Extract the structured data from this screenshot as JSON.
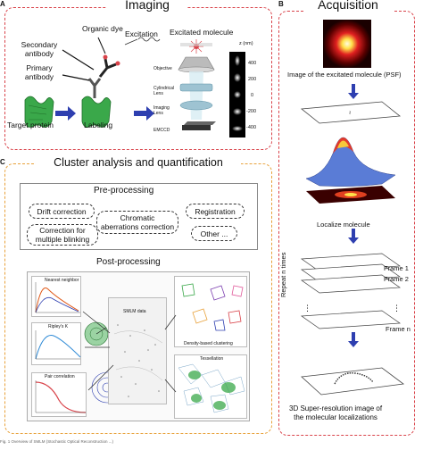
{
  "panel_a": {
    "letter": "A",
    "title": "Imaging",
    "labels": {
      "organic_dye": "Organic dye",
      "excitation": "Excitation",
      "secondary_antibody": "Secondary\nantibody",
      "primary_antibody": "Primary\nantibody",
      "excitated_molecule": "Excitated molecule",
      "target_protein": "Target protein",
      "labeling": "Labeling"
    },
    "microscope": {
      "objective": "Objective",
      "cylindrical_lens": "Cylindrical\nLens",
      "imaging_lens": "Imaging\nLens",
      "emccd": "EMCCD"
    },
    "z_axis": {
      "label": "z (nm)",
      "ticks": [
        "400",
        "200",
        "0",
        "-200",
        "-400"
      ]
    }
  },
  "panel_b": {
    "letter": "B",
    "title": "Acquisition",
    "psf_caption": "Image of the excitated molecule (PSF)",
    "localize": "Localize molecule",
    "repeat": "Repeat n times",
    "frames": [
      "Frame 1",
      "Frame 2",
      "Frame n"
    ],
    "result": "3D Super-resolution image of\nthe molecular localizations"
  },
  "panel_c": {
    "letter": "C",
    "title": "Cluster analysis and quantification",
    "preprocessing": {
      "heading": "Pre-processing",
      "items": [
        "Drift correction",
        "Correction for\nmultiple blinking",
        "Chromatic\naberrations correction",
        "Registration",
        "Other ..."
      ]
    },
    "postprocessing": {
      "heading": "Post-processing",
      "subplots": [
        "Nearest neighbor",
        "Ripley's K",
        "Pair correlation",
        "SMLM data",
        "Density-based clustering",
        "Tessellation"
      ]
    }
  },
  "footer": {
    "caption": "Fig. 1 Overview of SMLM (Stochastic Optical Reconstruction ...)"
  },
  "colors": {
    "imaging_border": "#d9434a",
    "analysis_border": "#e8a13a",
    "arrow": "#2e3fb0",
    "protein": "#3aa84a"
  }
}
